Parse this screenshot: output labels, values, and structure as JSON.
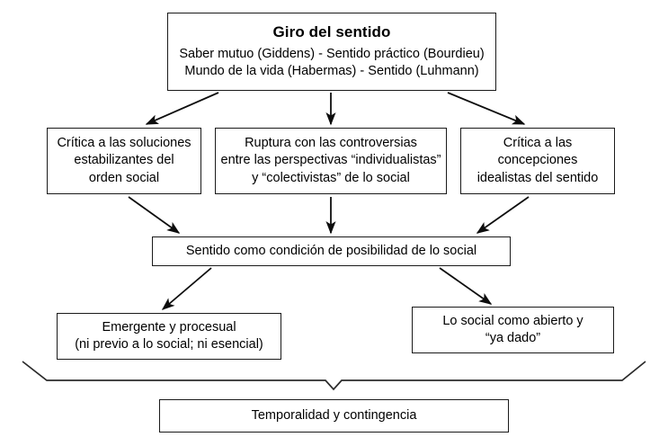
{
  "diagram": {
    "type": "flowchart",
    "title_node": {
      "name": "giro-del-sentido",
      "title": "Giro del sentido",
      "line2": "Saber mutuo (Giddens) - Sentido práctico (Bourdieu)",
      "line3": "Mundo de la vida (Habermas) - Sentido (Luhmann)"
    },
    "level2": [
      {
        "name": "critica-soluciones-estabilizantes",
        "line1": "Crítica a las soluciones",
        "line2": "estabilizantes del",
        "line3": "orden social"
      },
      {
        "name": "ruptura-controversias",
        "line1": "Ruptura con las controversias",
        "line2": "entre las perspectivas “individualistas”",
        "line3": "y “colectivistas” de lo social"
      },
      {
        "name": "critica-concepciones-idealistas",
        "line1": "Crítica a las",
        "line2": "concepciones",
        "line3": "idealistas del sentido"
      }
    ],
    "level3": {
      "name": "sentido-condicion-posibilidad",
      "line1": "Sentido como condición de posibilidad de lo social"
    },
    "level4": [
      {
        "name": "emergente-procesual",
        "line1": "Emergente y procesual",
        "line2": "(ni previo a lo social; ni esencial)"
      },
      {
        "name": "lo-social-abierto",
        "line1": "Lo social como abierto y",
        "line2": "“ya dado”"
      }
    ],
    "level5": {
      "name": "temporalidad-contingencia",
      "line1": "Temporalidad y contingencia"
    },
    "colors": {
      "stroke": "#1a1a1a",
      "background": "#ffffff",
      "text": "#000000"
    }
  }
}
